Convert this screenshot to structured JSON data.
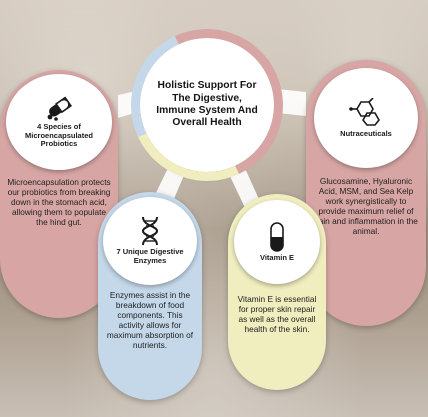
{
  "center": {
    "title": "Holistic Support For The Digestive, Immune System And Overall Health"
  },
  "cards": {
    "probiotics": {
      "title": "4 Species of Microencapsulated Probiotics",
      "body": "Microencapsulation protects our probiotics from breaking down in the stomach acid, allowing them to populate the hind gut.",
      "icon": "capsule-icon"
    },
    "nutraceuticals": {
      "title": "Nutraceuticals",
      "body": "Glucosamine, Hyaluronic Acid, MSM, and Sea Kelp work synergistically to provide maximum relief of pain and inflammation in the animal.",
      "icon": "molecule-icon"
    },
    "enzymes": {
      "title": "7 Unique Digestive Enzymes",
      "body": "Enzymes assist in the breakdown of food components. This activity allows for maximum absorption of nutrients.",
      "icon": "dna-icon"
    },
    "vitamin_e": {
      "title": "Vitamin E",
      "body": "Vitamin E is essential for proper skin repair as well as the overall health of the skin.",
      "icon": "pill-icon"
    }
  },
  "colors": {
    "rose": "#d7a6a4",
    "blue": "#c4d8ea",
    "yellow": "#f0edbf",
    "hub": "#ffffff"
  }
}
